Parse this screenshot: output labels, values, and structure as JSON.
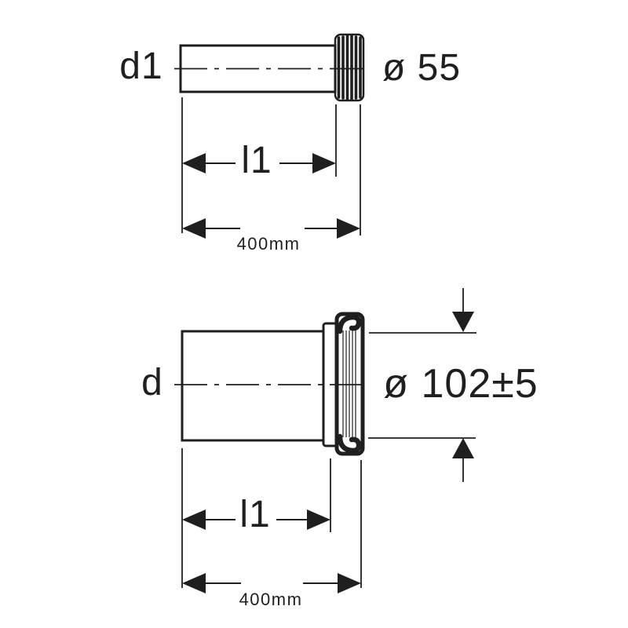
{
  "colors": {
    "line": "#1f1f1f",
    "background": "#ffffff"
  },
  "top_view": {
    "diameter_label": "d1",
    "diameter_value": "ø 55",
    "length_label": "l1",
    "overall_length": "400mm"
  },
  "bottom_view": {
    "diameter_label": "d",
    "diameter_value": "ø 102±5",
    "length_label": "l1",
    "overall_length": "400mm"
  }
}
